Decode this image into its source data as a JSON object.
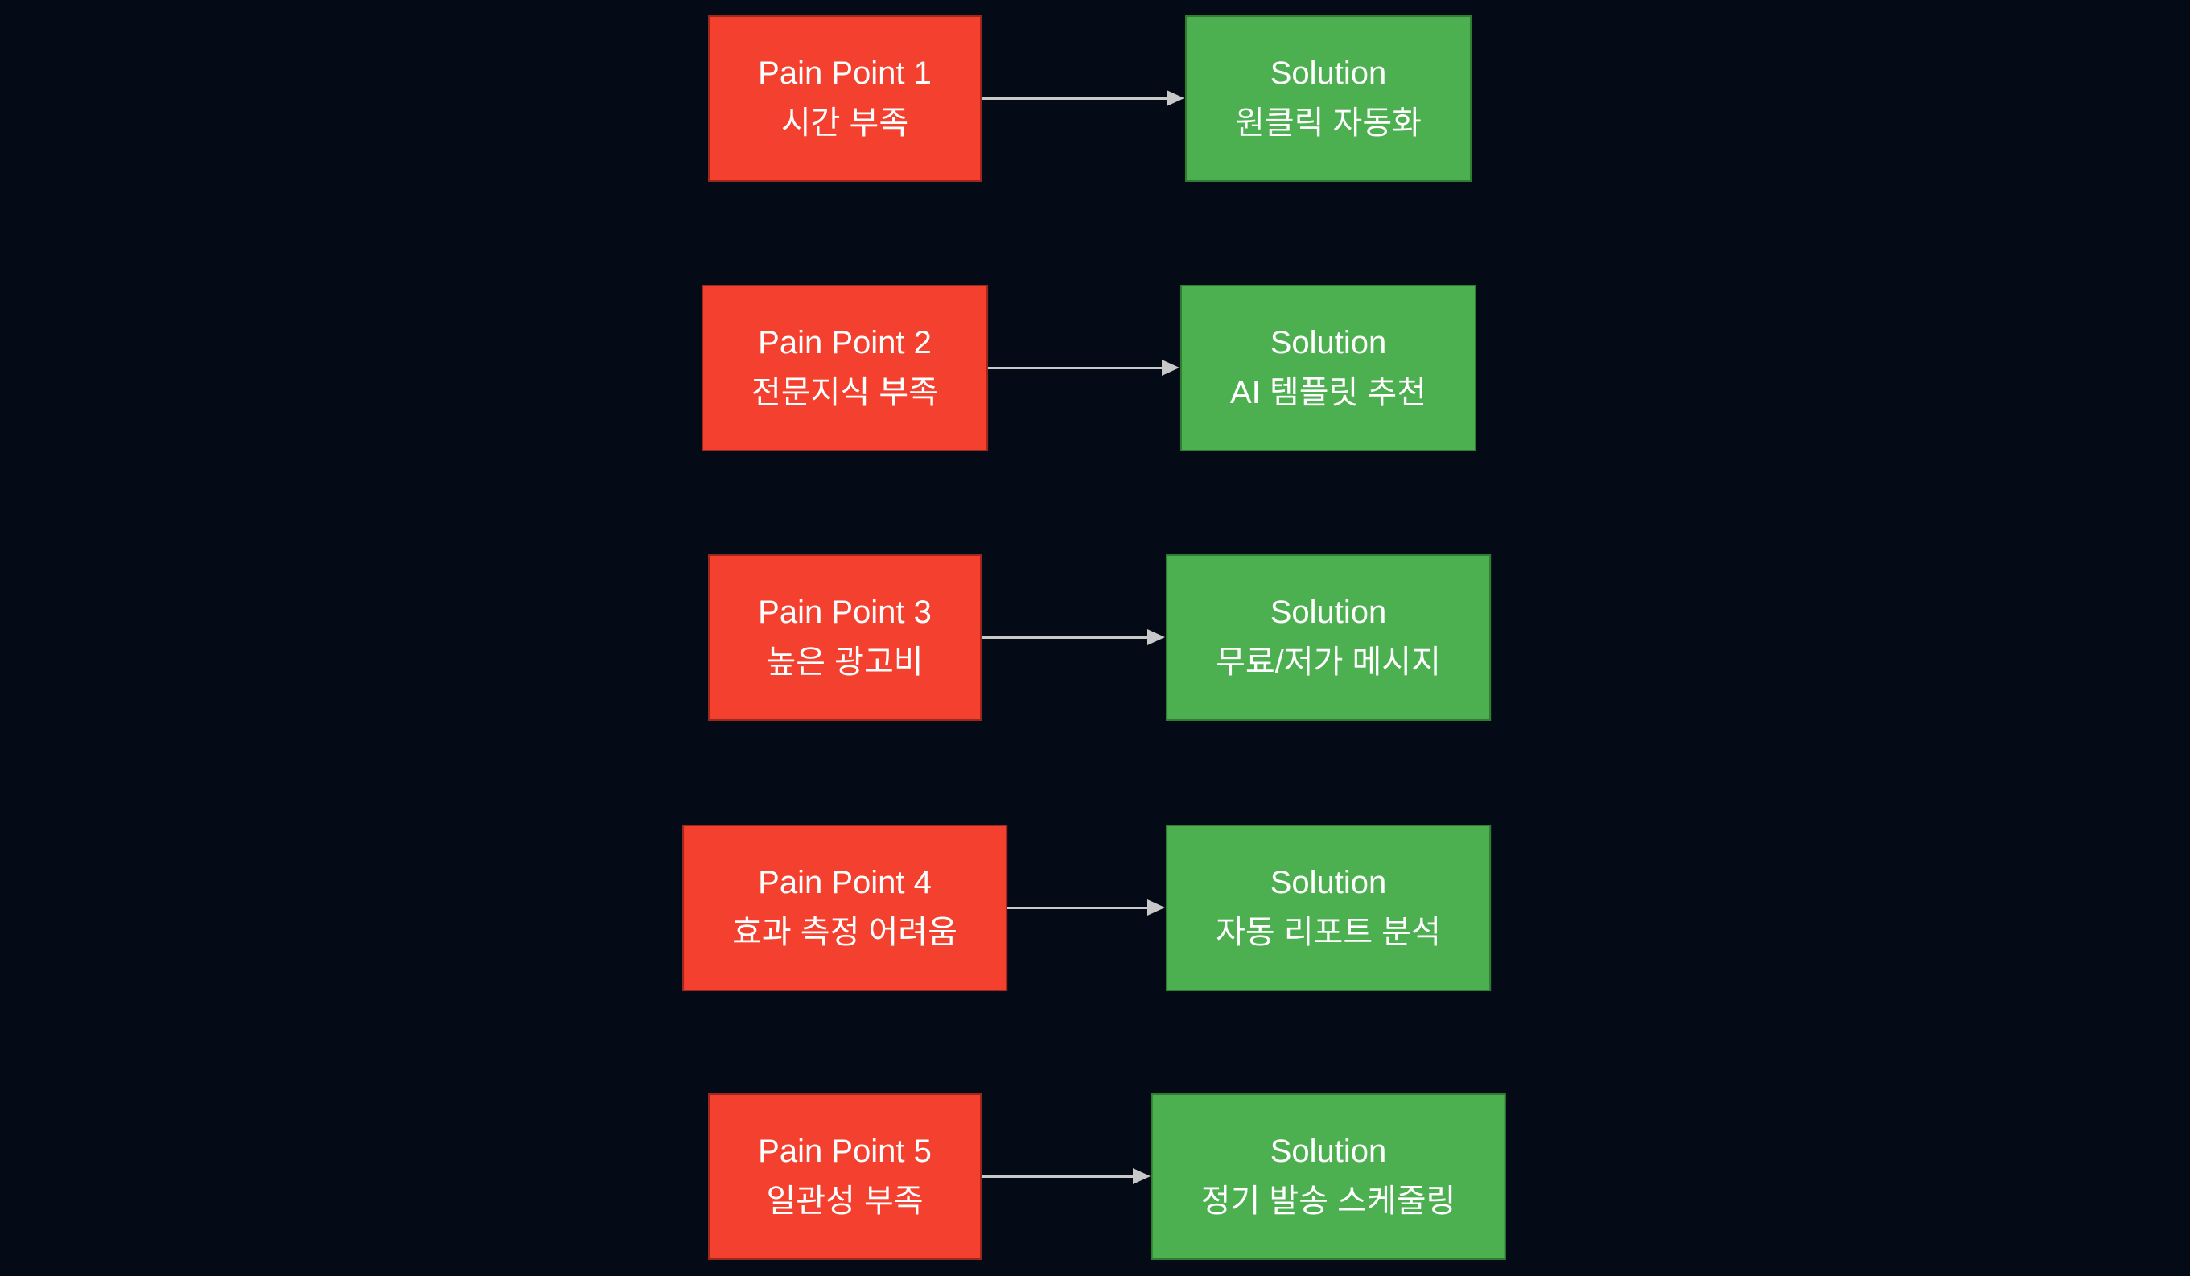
{
  "diagram": {
    "colors": {
      "background": "#050b16",
      "pain_fill": "#f4402e",
      "pain_border": "#9e271d",
      "solution_fill": "#4caf50",
      "solution_border": "#2e7d32",
      "arrow": "#c8c8c8",
      "text": "#ffffff"
    },
    "rows": [
      {
        "pain_title": "Pain Point 1",
        "pain_text": "시간 부족",
        "solution_title": "Solution",
        "solution_text": "원클릭 자동화"
      },
      {
        "pain_title": "Pain Point 2",
        "pain_text": "전문지식 부족",
        "solution_title": "Solution",
        "solution_text": "AI 템플릿 추천"
      },
      {
        "pain_title": "Pain Point 3",
        "pain_text": "높은 광고비",
        "solution_title": "Solution",
        "solution_text": "무료/저가 메시지"
      },
      {
        "pain_title": "Pain Point 4",
        "pain_text": "효과 측정 어려움",
        "solution_title": "Solution",
        "solution_text": "자동 리포트 분석"
      },
      {
        "pain_title": "Pain Point 5",
        "pain_text": "일관성 부족",
        "solution_title": "Solution",
        "solution_text": "정기 발송 스케줄링"
      }
    ]
  }
}
